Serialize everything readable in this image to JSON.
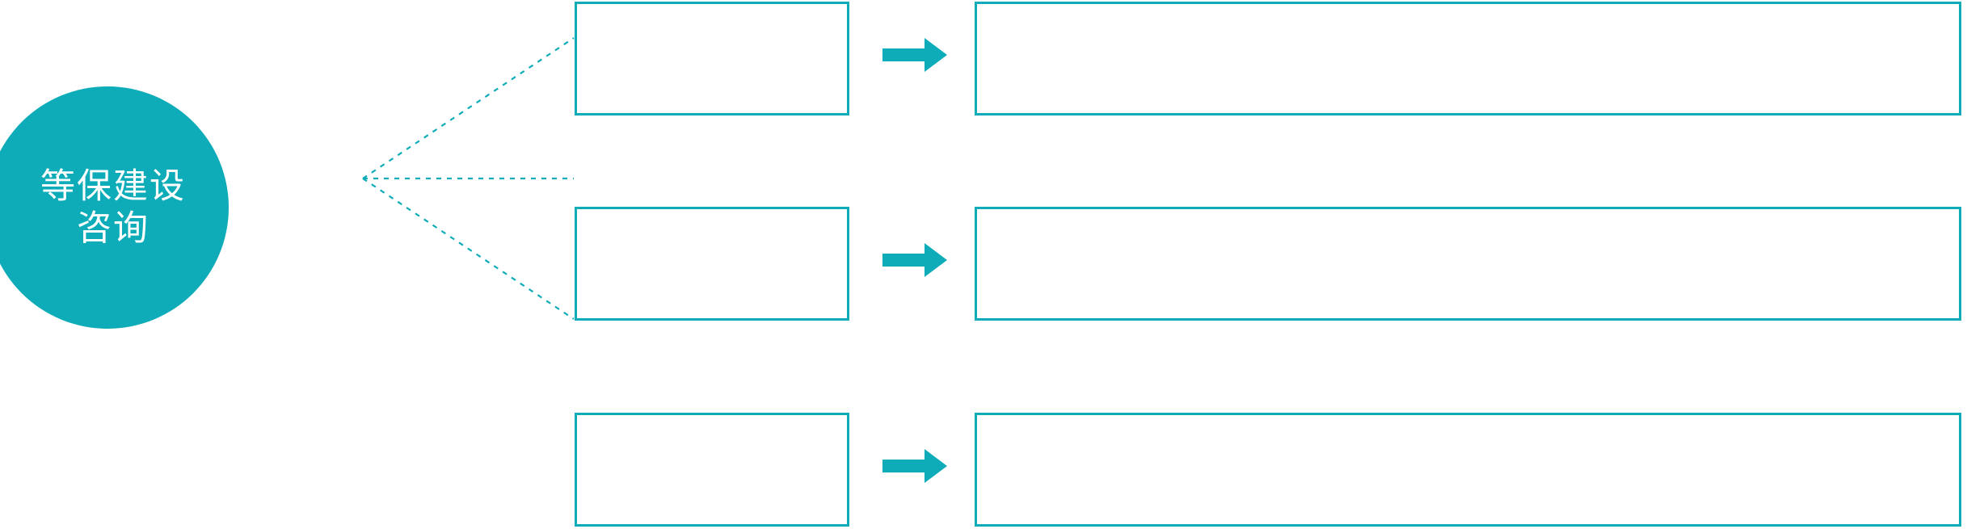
{
  "diagram": {
    "type": "hub-and-spoke-process",
    "accent_color": "#0DACB8",
    "background_color": "#FFFFFF",
    "hub": {
      "shape": "circle",
      "fill": "#0DACB8",
      "text_color": "#FFFFFF",
      "line1": "等保建设",
      "line2": "咨询"
    },
    "connector": {
      "style": "dashed",
      "color": "#0DACB8",
      "branches": 3
    },
    "rows": [
      {
        "stage_label": "",
        "arrow_icon": "right-arrow-icon",
        "detail_label": ""
      },
      {
        "stage_label": "",
        "arrow_icon": "right-arrow-icon",
        "detail_label": ""
      },
      {
        "stage_label": "",
        "arrow_icon": "right-arrow-icon",
        "detail_label": ""
      }
    ]
  }
}
